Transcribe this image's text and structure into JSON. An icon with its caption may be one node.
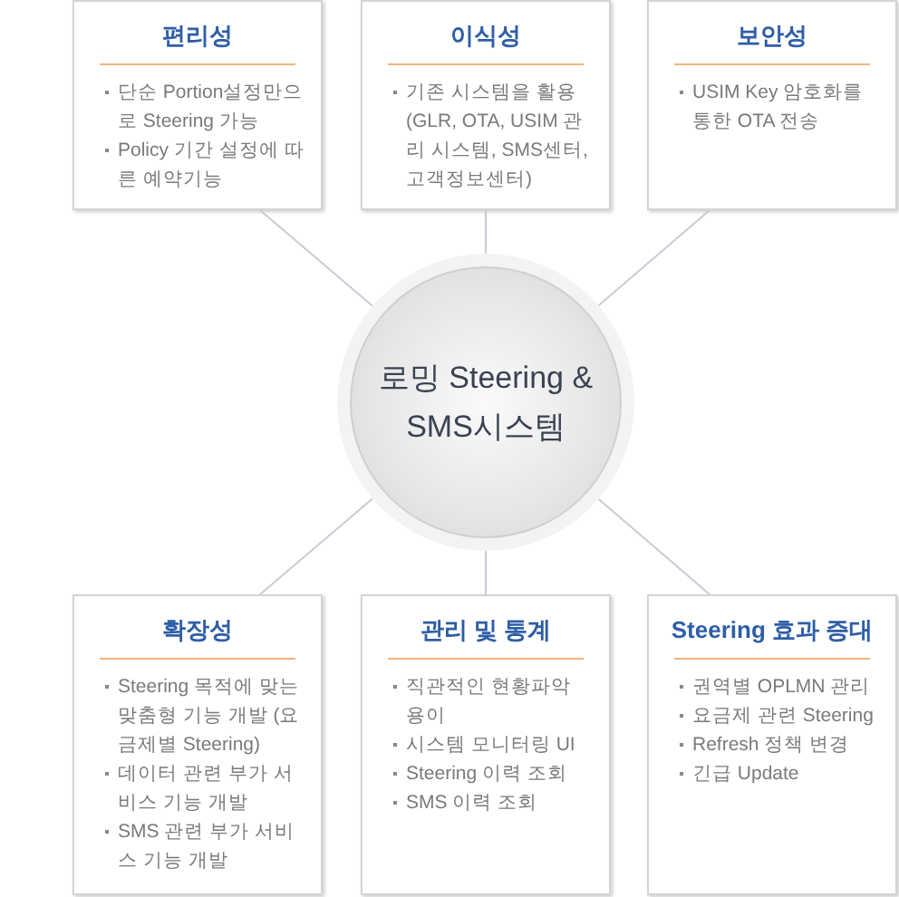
{
  "diagram": {
    "nodes": [
      {
        "text": [
          "편리성",
          "단순 Portion설정만으로 Steering 가능",
          "Policy 기간 설정에 따른 예약기능"
        ]
      },
      {
        "text": [
          "이식성",
          "기존 시스템을 활용 (GLR, OTA, USIM 관리 시스템, SMS센터, 고객정보센터)"
        ]
      },
      {
        "text": [
          "보안성",
          "USIM Key 암호화를 통한 OTA 전송"
        ]
      },
      {
        "text": [
          "로밍 Steering & SMS시스템"
        ]
      },
      {
        "text": [
          "확장성",
          "Steering 목적에 맞는 맞춤형 기능 개발 (요금제별 Steering)",
          "데이터 관련 부가 서비스 기능 개발",
          "SMS 관련 부가 서비스 기능 개발"
        ]
      },
      {
        "text": [
          "관리 및 통계",
          "직관적인 현황파악 용이",
          "시스템 모니터링 UI",
          "Steering 이력 조회",
          "SMS 이력 조회"
        ]
      },
      {
        "text": [
          "Steering 효과 증대",
          "권역별 OPLMN 관리",
          "요금제 관련 Steering",
          "Refresh 정책 변경",
          "긴급 Update"
        ]
      }
    ],
    "edges": [
      {
        "from": 3,
        "to": 0,
        "arrow": "none"
      },
      {
        "from": 3,
        "to": 1,
        "arrow": "none"
      },
      {
        "from": 3,
        "to": 2,
        "arrow": "none"
      },
      {
        "from": 3,
        "to": 4,
        "arrow": "none"
      },
      {
        "from": 3,
        "to": 5,
        "arrow": "none"
      },
      {
        "from": 3,
        "to": 6,
        "arrow": "none"
      }
    ]
  }
}
